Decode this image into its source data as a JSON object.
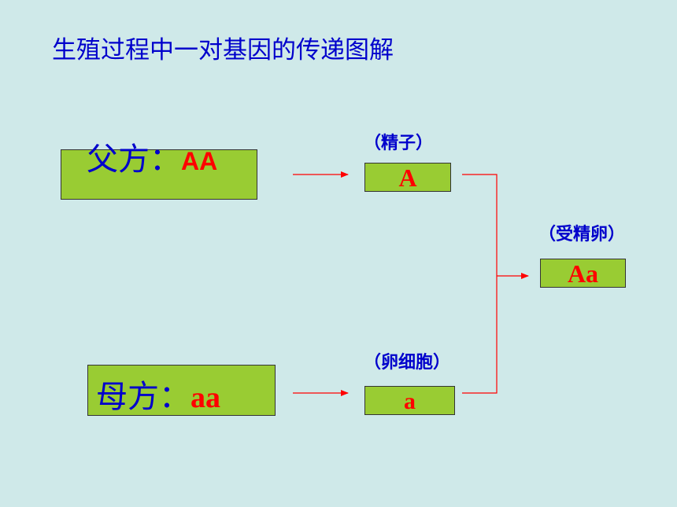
{
  "title": "生殖过程中一对基因的传递图解",
  "father": {
    "label": "父方：",
    "genotype": "AA"
  },
  "mother": {
    "label": "母方：",
    "genotype": "aa"
  },
  "sperm": {
    "label": "（精子）",
    "gene": "A"
  },
  "egg": {
    "label": "（卵细胞）",
    "gene": "a"
  },
  "zygote": {
    "label": "（受精卵）",
    "genotype": "Aa"
  },
  "colors": {
    "background": "#cfe9e9",
    "box": "#99cc33",
    "label": "#0000cc",
    "gene": "#ff0000",
    "arrow": "#ff0000"
  }
}
